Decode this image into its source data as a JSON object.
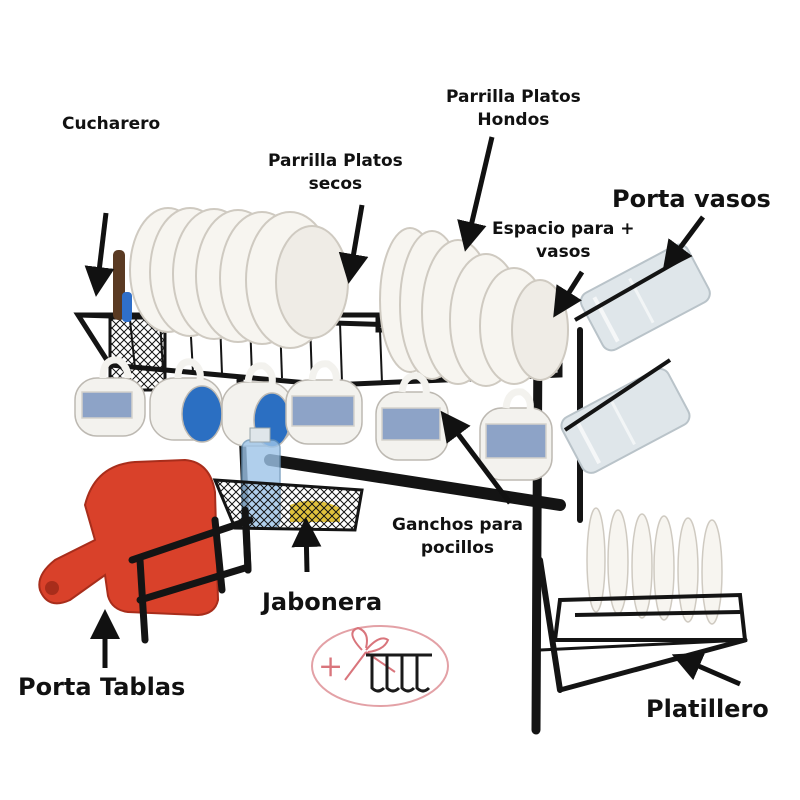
{
  "labels": {
    "cucharero": "Cucharero",
    "parrilla_secos_1": "Parrilla Platos",
    "parrilla_secos_2": "secos",
    "parrilla_hondos_1": "Parrilla Platos",
    "parrilla_hondos_2": "Hondos",
    "porta_vasos": "Porta vasos",
    "espacio_1": "Espacio para +",
    "espacio_2": "vasos",
    "ganchos_1": "Ganchos para",
    "ganchos_2": "pocillos",
    "jabonera": "Jabonera",
    "platillero": "Platillero",
    "porta_tablas": "Porta Tablas"
  },
  "colors": {
    "frame": "#141414",
    "plate": "#f7f5f0",
    "plate_shadow": "#d9d6cf",
    "mug_pattern": "#3a63a8",
    "mug_blue": "#2b6fc2",
    "board": "#d9412a",
    "glass": "#dfe6ea",
    "bow": "#d9757c"
  },
  "icons": {
    "arrow": "arrow-icon",
    "hooks": "hooks-icon",
    "bow": "bow-icon"
  }
}
